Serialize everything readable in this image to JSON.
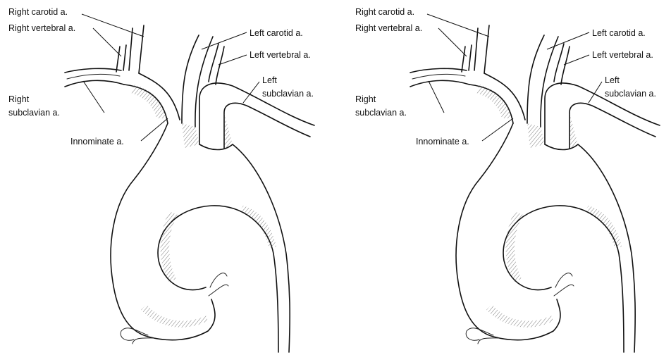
{
  "panels": [
    {
      "labels": {
        "right_carotid": "Right carotid a.",
        "right_vertebral": "Right vertebral a.",
        "right_subclavian_1": "Right",
        "right_subclavian_2": "subclavian a.",
        "innominate": "Innominate a.",
        "left_carotid": "Left carotid a.",
        "left_vertebral": "Left vertebral a.",
        "left_subclavian_1": "Left",
        "left_subclavian_2": "subclavian a."
      }
    },
    {
      "labels": {
        "right_carotid": "Right carotid a.",
        "right_vertebral": "Right vertebral a.",
        "right_subclavian_1": "Right",
        "right_subclavian_2": "subclavian a.",
        "innominate": "Innominate a.",
        "left_carotid": "Left carotid a.",
        "left_vertebral": "Left vertebral a.",
        "left_subclavian_1": "Left",
        "left_subclavian_2": "subclavian a."
      }
    }
  ]
}
